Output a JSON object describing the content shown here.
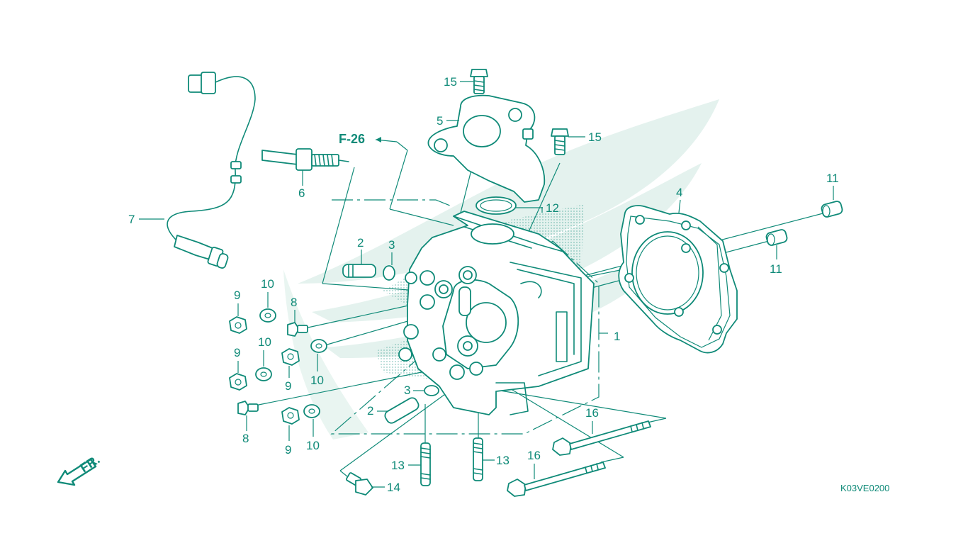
{
  "diagram": {
    "code": "K03VE0200",
    "ref_label": "F-26",
    "fr_label": "FR.",
    "callouts": {
      "c1": "1",
      "c2a": "2",
      "c2b": "2",
      "c3a": "3",
      "c3b": "3",
      "c4": "4",
      "c5": "5",
      "c6": "6",
      "c7": "7",
      "c8a": "8",
      "c8b": "8",
      "c9a": "9",
      "c9b": "9",
      "c9c": "9",
      "c9d": "9",
      "c10a": "10",
      "c10b": "10",
      "c10c": "10",
      "c10d": "10",
      "c11a": "11",
      "c11b": "11",
      "c12": "12",
      "c13a": "13",
      "c13b": "13",
      "c14": "14",
      "c15a": "15",
      "c15b": "15",
      "c16a": "16",
      "c16b": "16"
    }
  },
  "colors": {
    "line": "#0f8a78",
    "watermark": "#e4f2ee",
    "screen": "#bfe3d9"
  }
}
